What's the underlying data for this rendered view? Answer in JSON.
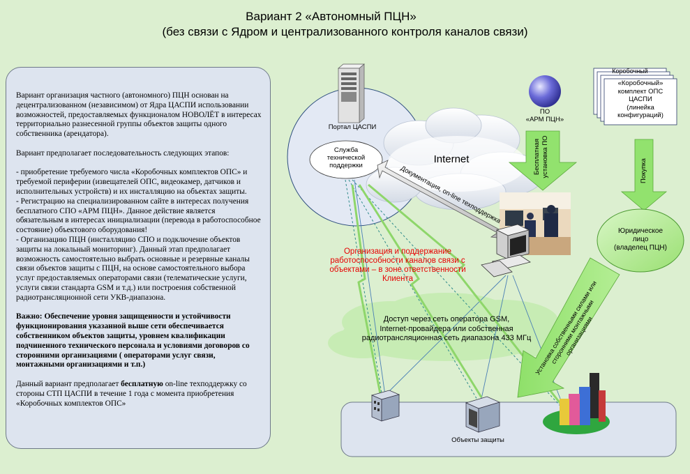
{
  "title_line1": "Вариант 2 «Автономный ПЦН»",
  "title_line2": "(без связи с Ядром и централизованного контроля каналов связи)",
  "description": {
    "p1": "Вариант организация частного (автономного) ПЦН основан на децентрализованном (независимом) от Ядра ЦАСПИ использовании возможностей, предоставляемых функционалом НОВОЛЁТ в интересах территориально разнесенной группы объектов защиты одного собственника (арендатора).",
    "p2": "Вариант предполагает последовательность следующих этапов:",
    "p3a": "- приобретение требуемого числа «Коробочных комплектов ОПС» и требуемой периферии (извещателей ОПС, видеокамер, датчиков и исполнительных устройств) и их инсталляцию на объектах защиты.",
    "p3b": "- Регистрацию на специализированном сайте в интересах получения бесплатного СПО «АРМ ПЦН». Данное действие является обязательным в интересах инициализации (перевода в работоспособное состояние) объектового оборудования!",
    "p3c": "- Организацию ПЦН (инсталляцию СПО и подключение объектов защиты на локальный мониторинг). Данный этап предполагает возможность самостоятельно выбрать основные и резервные каналы связи объектов защиты с ПЦН, на основе самостоятельного выбора услуг предоставляемых операторами связи (телематические услуги, услуги связи стандарта GSM и т.д.) или построения собственной радиотрансляционной сети УКВ-диапазона.",
    "p4": "Важно: Обеспечение уровня защищенности и устойчивости функционирования указанной выше сети обеспечивается собственником объектов защиты, уровнем квалификации подчиненного технического персонала и условиями договоров со сторонними организациями ( операторами услуг связи, монтажными организациями и т.п.)",
    "p5a": "Данный вариант предполагает ",
    "p5b": "бесплатную",
    "p5c": " on-line техподдержку со стороны СТП ЦАСПИ в течение 1 года с момента приобретения «Коробочных комплектов ОПС»"
  },
  "diagram": {
    "portal_label": "Портал ЦАСПИ",
    "support_line1": "Служба",
    "support_line2": "технической",
    "support_line3": "поддержки",
    "internet_label": "Internet",
    "po_line1": "ПО",
    "po_line2": "«АРМ ПЦН»",
    "free_install_line1": "Бесплатная",
    "free_install_line2": "установка ПО",
    "box_back_label": "Коробочный",
    "box_line1": "«Коробочный»",
    "box_line2": "комплект ОПС",
    "box_line3": "ЦАСПИ",
    "box_line4": "(линейка",
    "box_line5": "конфигураций)",
    "purchase_label": "Покупка",
    "docs_label": "Документация, on-line техподдержка",
    "legal_line1": "Юридическое",
    "legal_line2": "лицо",
    "legal_line3": "(владелец ПЦН)",
    "red_line1": "Организация и поддержание",
    "red_line2": "работоспособности каналов связи с",
    "red_line3": "объектами – в зоне ответственности",
    "red_line4": "Клиента",
    "access_line1": "Доступ через сеть оператора GSM,",
    "access_line2": "Internet-провайдера или собственная",
    "access_line3": "радиотрансляционная сеть диапазона 433 МГц",
    "install_line1": "Установка собственными силами или",
    "install_line2": "сторонними монтажными организациями",
    "objects_label": "Объекты защиты"
  },
  "colors": {
    "background": "#dcefd0",
    "arrow_green": "#92e26e",
    "red_text": "#e60000",
    "textbox_bg": "#dde4ef"
  }
}
